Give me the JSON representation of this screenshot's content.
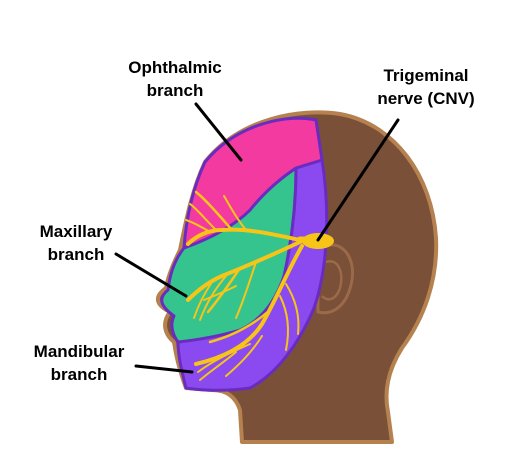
{
  "labels": {
    "ophthalmic": [
      "Ophthalmic",
      "branch"
    ],
    "trigeminal": [
      "Trigeminal",
      "nerve (CNV)"
    ],
    "maxillary": [
      "Maxillary",
      "branch"
    ],
    "mandibular": [
      "Mandibular",
      "branch"
    ]
  },
  "colors": {
    "skin": "#7a5038",
    "skin_outline": "#b5814e",
    "ophthalmic_region": "#f23aa0",
    "maxillary_region": "#35c48e",
    "mandibular_region": "#8a4af0",
    "region_outline": "#6a2cc0",
    "nerve": "#f7c518",
    "pointer": "#000000"
  }
}
